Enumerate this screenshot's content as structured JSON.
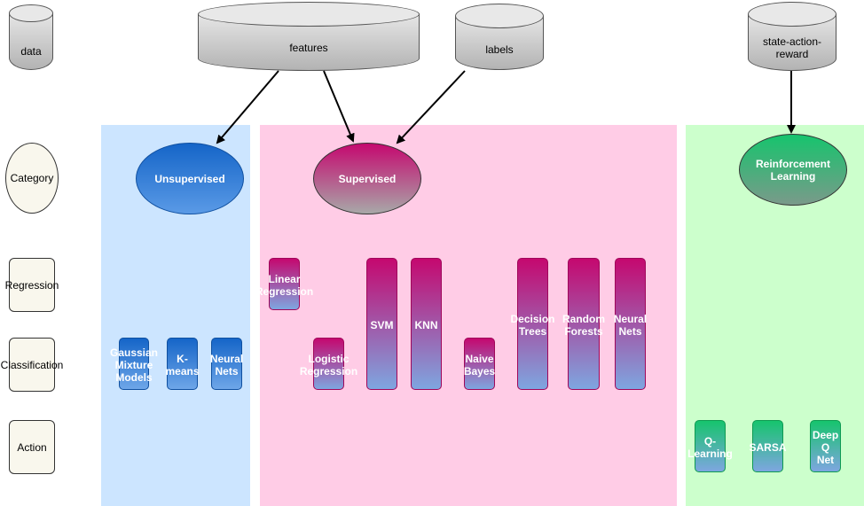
{
  "data_sources": {
    "data": "data",
    "features": "features",
    "labels": "labels",
    "state_action_reward": "state-action-\nreward"
  },
  "rows": {
    "category": "Category",
    "regression": "Regression",
    "classification": "Classification",
    "action": "Action"
  },
  "categories": {
    "unsupervised": "Unsupervised",
    "supervised": "Supervised",
    "reinforcement": "Reinforcement\nLearning"
  },
  "algorithms": {
    "gmm": "Gaussian\nMixture\nModels",
    "kmeans": "K-\nmeans",
    "neural_nets_unsup": "Neural\nNets",
    "linear_regression": "Linear\nRegression",
    "logistic_regression": "Logistic\nRegression",
    "svm": "SVM",
    "knn": "KNN",
    "naive_bayes": "Naive\nBayes",
    "decision_trees": "Decision\nTrees",
    "random_forests": "Random\nForests",
    "neural_nets_sup": "Neural\nNets",
    "q_learning": "Q-\nLearning",
    "sarsa": "SARSA",
    "deep_q_net": "Deep\nQ\nNet"
  },
  "colors": {
    "unsupervised_panel": "#cce5ff",
    "supervised_panel": "#ffcce6",
    "reinforcement_panel": "#ccffcc",
    "unsupervised_node": "#1565c8",
    "supervised_node": "#c5086f",
    "reinforcement_node": "#16c46d"
  }
}
